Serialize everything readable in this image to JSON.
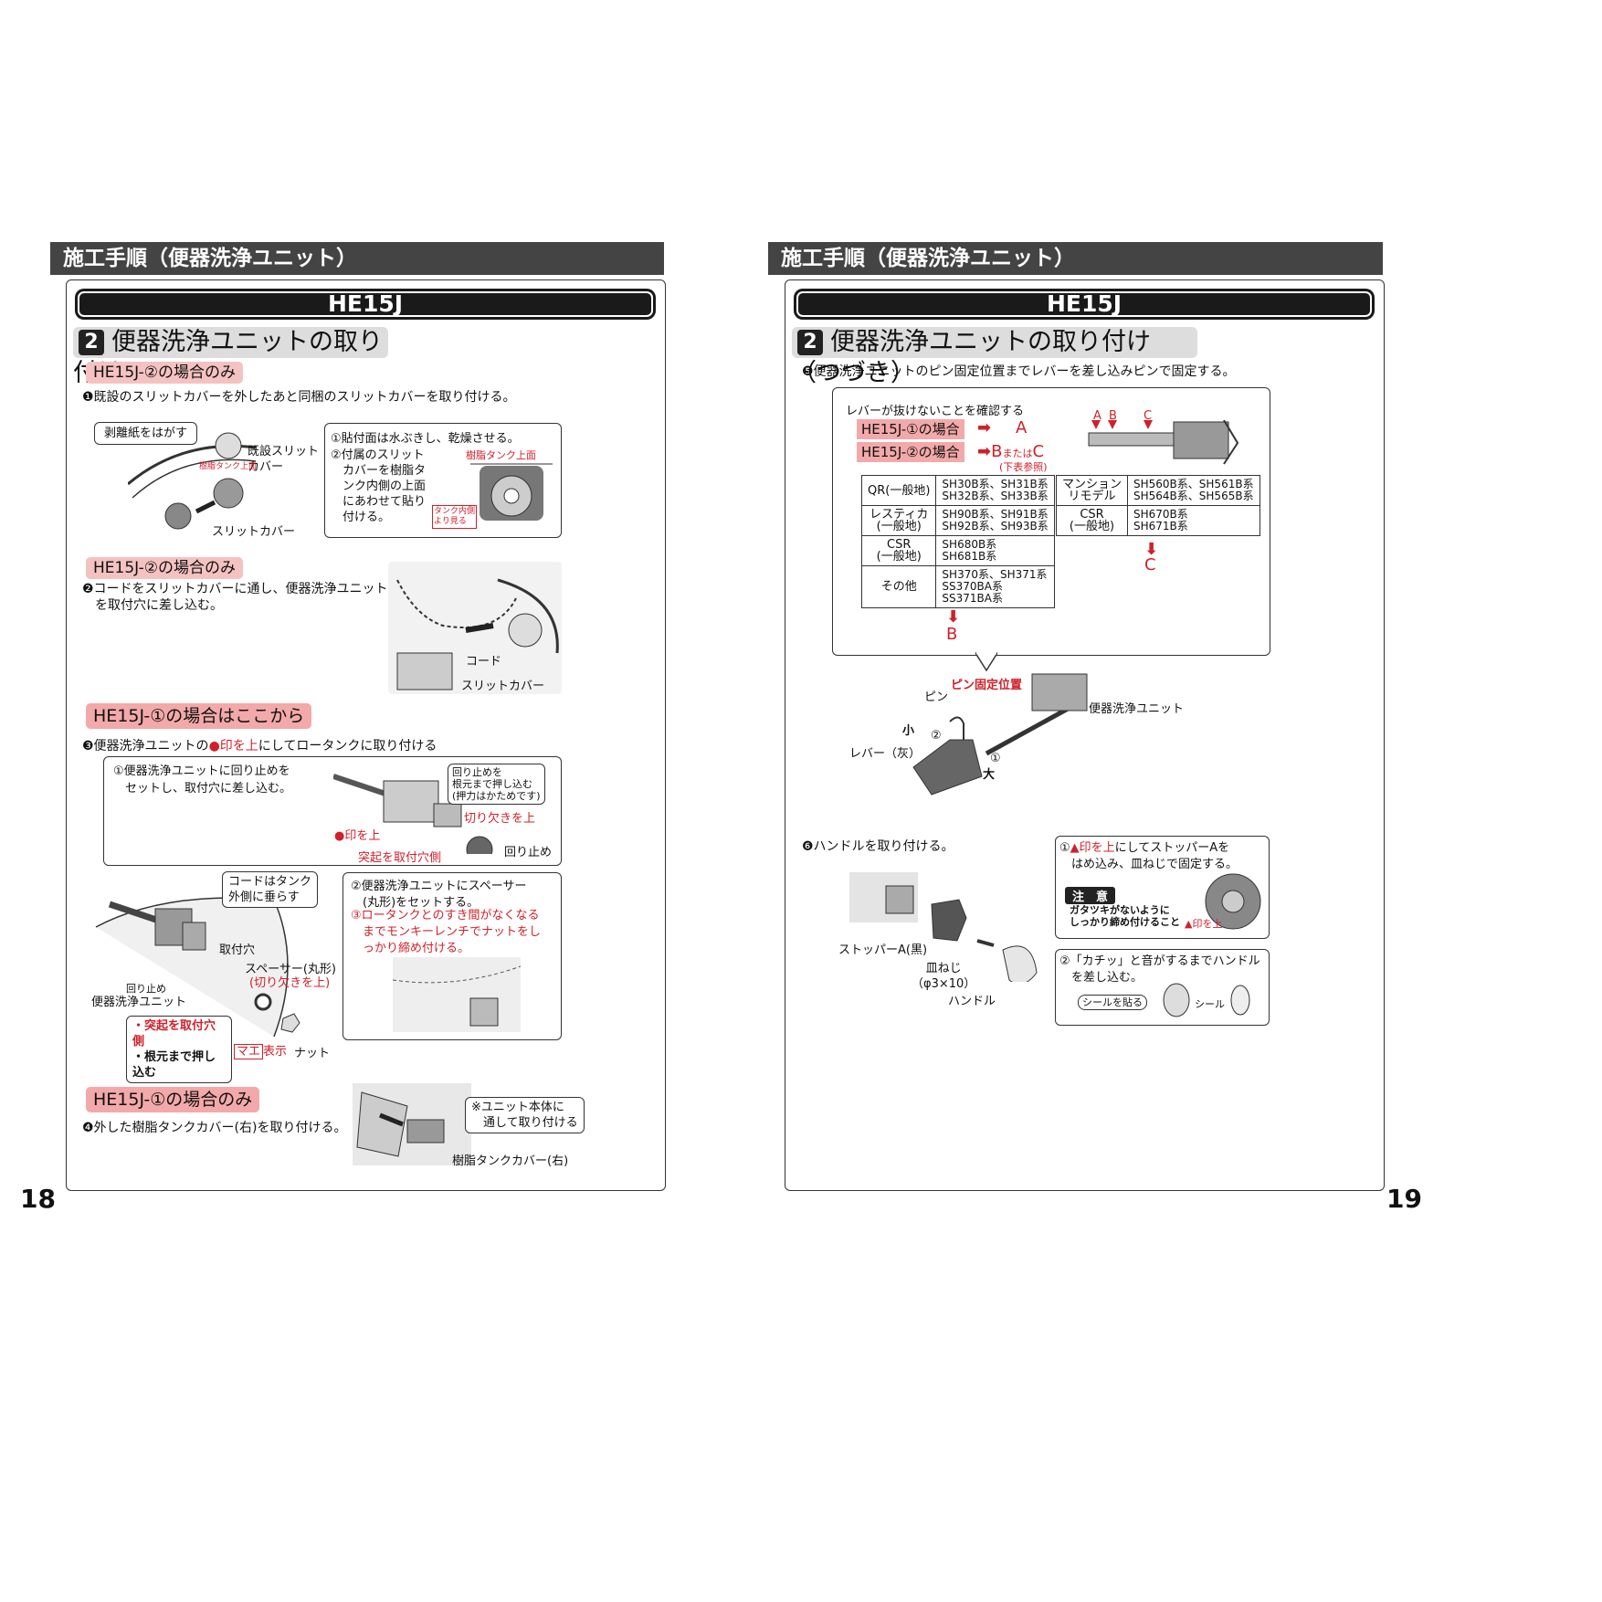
{
  "left": {
    "header": "施工手順（便器洗浄ユニット）",
    "model": "HE15J",
    "section_num": "2",
    "section_title": "便器洗浄ユニットの取り付け",
    "tag1": "HE15J-②の場合のみ",
    "step1": "❶既設のスリットカバーを外したあと同梱のスリットカバーを取り付ける。",
    "s1_peel": "剥離紙をはがす",
    "s1_existing": "既設スリット\nカバー",
    "s1_tanklabel": "樹脂タンク上面",
    "s1_slit": "スリットカバー",
    "s1_note1": "①貼付面は水ぶきし、乾燥させる。",
    "s1_note2": "②付属のスリット\n　カバーを樹脂タ\n　ンク内側の上面\n　にあわせて貼り\n　付ける。",
    "s1_tanktop": "樹脂タンク上面",
    "s1_inner": "タンク内側\nより見る",
    "tag2": "HE15J-②の場合のみ",
    "step2": "❷コードをスリットカバーに通し、便器洗浄ユニット\n　を取付穴に差し込む。",
    "s2_cord": "コード",
    "s2_slit": "スリットカバー",
    "tag3": "HE15J-①の場合はここから",
    "step3_a": "❸便器洗浄ユニットの",
    "step3_mark": "●印を上",
    "step3_b": "にしてロータンクに取り付ける",
    "s3_note1": "①便器洗浄ユニットに回り止めを\n　セットし、取付穴に差し込む。",
    "s3_push": "回り止めを\n根元まで押し込む\n(押力はかためです)",
    "s3_notch": "切り欠きを上",
    "s3_markup": "●印を上",
    "s3_detent": "回り止め",
    "s3_protrusion": "突起を取付穴側",
    "s3_cord": "コードはタンク\n外側に垂らす",
    "s3_hole": "取付穴",
    "s3_spacer": "スペーサー(丸形)",
    "s3_spacer_notch": "(切り欠きを上)",
    "s3_detent2": "回り止め",
    "s3_unit": "便器洗浄ユニット",
    "s3_check1": "・突起を取付穴側",
    "s3_check2": "・根元まで押し込む",
    "s3_mae_a": "マエ",
    "s3_mae_b": "表示",
    "s3_nut": "ナット",
    "s3_note2": "②便器洗浄ユニットにスペーサー\n　(丸形)をセットする。",
    "s3_note3": "③ロータンクとのすき間がなくなる\n　までモンキーレンチでナットをし\n　っかり締め付ける。",
    "tag4": "HE15J-①の場合のみ",
    "step4": "❹外した樹脂タンクカバー(右)を取り付ける。",
    "s4_note": "※ユニット本体に\n　通して取り付ける",
    "s4_cover": "樹脂タンクカバー(右)",
    "page": "18"
  },
  "right": {
    "header": "施工手順（便器洗浄ユニット）",
    "model": "HE15J",
    "section_num": "2",
    "section_title": "便器洗浄ユニットの取り付け（つづき）",
    "step5": "❺便器洗浄ユニットのピン固定位置までレバーを差し込みピンで固定する。",
    "confirm": "レバーが抜けないことを確認する",
    "case1": "HE15J-①の場合",
    "case1_res": "A",
    "case2": "HE15J-②の場合",
    "case2_res_b": "B",
    "case2_res_or": "または",
    "case2_res_c": "C",
    "see_table": "(下表参照)",
    "pos_labels": [
      "A",
      "B",
      "C"
    ],
    "tableB": [
      {
        "name": "QR(一般地)",
        "models": "SH30B系、SH31B系\nSH32B系、SH33B系"
      },
      {
        "name": "レスティカ\n(一般地)",
        "models": "SH90B系、SH91B系\nSH92B系、SH93B系"
      },
      {
        "name": "CSR\n(一般地)",
        "models": "SH680B系\nSH681B系"
      },
      {
        "name": "その他",
        "models": "SH370系、SH371系\nSS370BA系\nSS371BA系"
      }
    ],
    "tableB_result": "B",
    "tableC": [
      {
        "name": "マンション\nリモデル",
        "models": "SH560B系、SH561B系\nSH564B系、SH565B系"
      },
      {
        "name": "CSR\n(一般地)",
        "models": "SH670B系\nSH671B系"
      }
    ],
    "tableC_result": "C",
    "pin_pos": "ピン固定位置",
    "pin": "ピン",
    "unit": "便器洗浄ユニット",
    "small": "小",
    "large": "大",
    "lever": "レバー（灰）",
    "n1": "①",
    "n2": "②",
    "step6": "❻ハンドルを取り付ける。",
    "s6_note1_a": "①",
    "s6_note1_mark": "▲印を上",
    "s6_note1_b": "にしてストッパーAを\n　はめ込み、皿ねじで固定する。",
    "caution_title": "注　意",
    "caution_text": "ガタツキがないように\nしっかり締め付けること",
    "caution_mark": "▲印を上",
    "stopper": "ストッパーA(黒)",
    "screw": "皿ねじ\n（φ3×10）",
    "handle": "ハンドル",
    "s6_note2": "②「カチッ」と音がするまでハンドル\n　を差し込む。",
    "seal_paste": "シールを貼る",
    "seal": "シール",
    "page": "19"
  }
}
